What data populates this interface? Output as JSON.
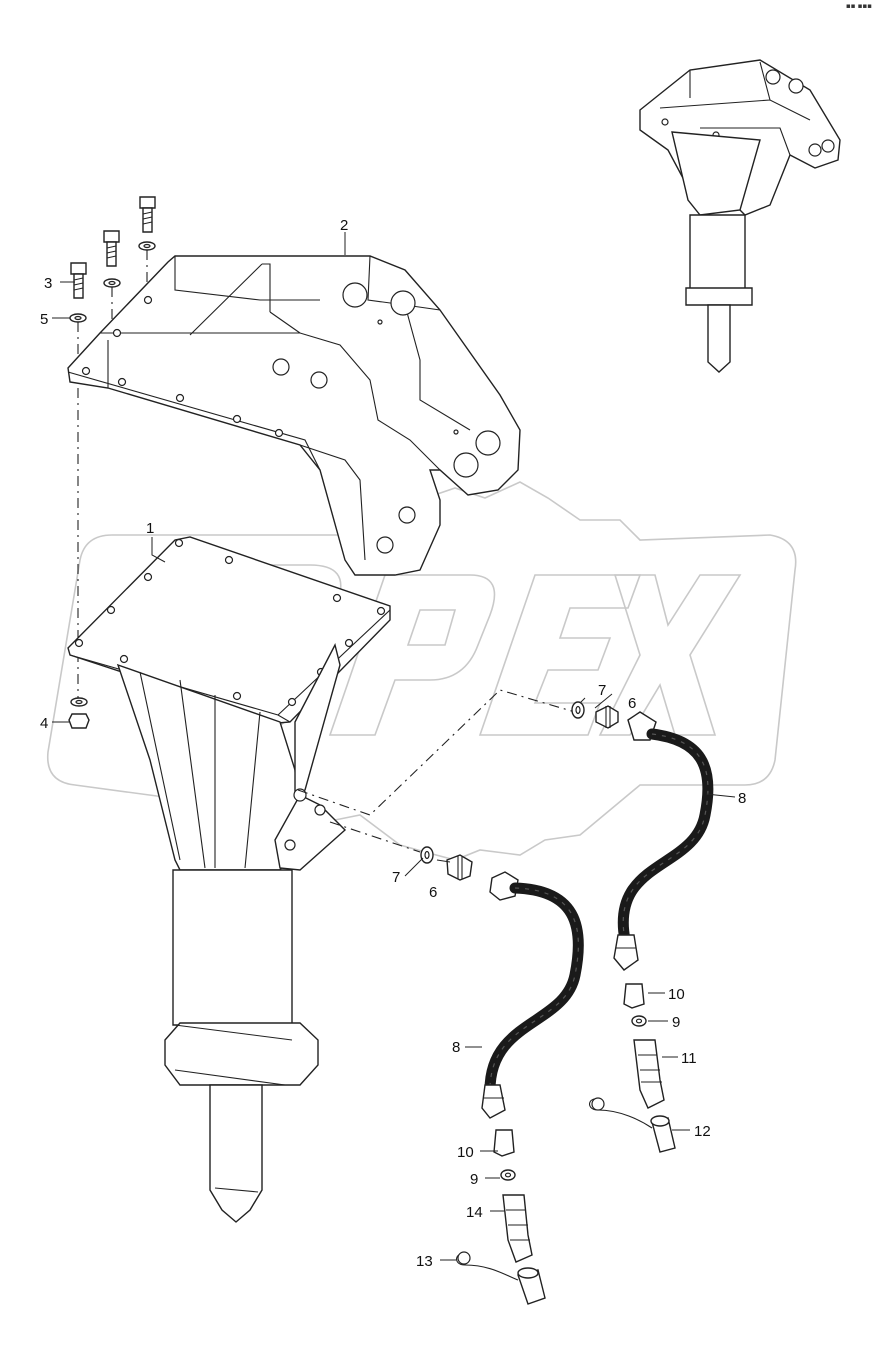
{
  "corner_mark": "▪▪ ▪▪▪",
  "watermark": {
    "text": "OPEX"
  },
  "callouts": {
    "c1": "1",
    "c2": "2",
    "c3": "3",
    "c4": "4",
    "c5": "5",
    "c6a": "6",
    "c6b": "6",
    "c7a": "7",
    "c7b": "7",
    "c8a": "8",
    "c8b": "8",
    "c9a": "9",
    "c9b": "9",
    "c10a": "10",
    "c10b": "10",
    "c11": "11",
    "c12": "12",
    "c13": "13",
    "c14": "14"
  }
}
